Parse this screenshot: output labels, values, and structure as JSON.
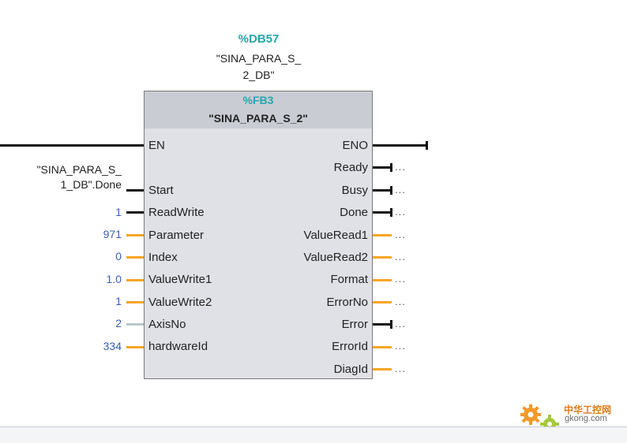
{
  "instance_db": {
    "id": "%DB57",
    "name_line1": "\"SINA_PARA_S_",
    "name_line2": "2_DB\""
  },
  "block": {
    "id": "%FB3",
    "name": "\"SINA_PARA_S_2\""
  },
  "inputs": [
    {
      "label": "EN"
    },
    {
      "label": "Start",
      "value_line1": "\"SINA_PARA_S_",
      "value_line2": "1_DB\".Done"
    },
    {
      "label": "ReadWrite",
      "value": "1"
    },
    {
      "label": "Parameter",
      "value": "971"
    },
    {
      "label": "Index",
      "value": "0"
    },
    {
      "label": "ValueWrite1",
      "value": "1.0"
    },
    {
      "label": "ValueWrite2",
      "value": "1"
    },
    {
      "label": "AxisNo",
      "value": "2"
    },
    {
      "label": "hardwareId",
      "value": "334"
    }
  ],
  "outputs": [
    {
      "label": "ENO"
    },
    {
      "label": "Ready",
      "value": "..."
    },
    {
      "label": "Busy",
      "value": "..."
    },
    {
      "label": "Done",
      "value": "..."
    },
    {
      "label": "ValueRead1",
      "value": "..."
    },
    {
      "label": "ValueRead2",
      "value": "..."
    },
    {
      "label": "Format",
      "value": "..."
    },
    {
      "label": "ErrorNo",
      "value": "..."
    },
    {
      "label": "Error",
      "value": "..."
    },
    {
      "label": "ErrorId",
      "value": "..."
    },
    {
      "label": "DiagId",
      "value": "..."
    }
  ],
  "watermark": {
    "title": "中华工控网",
    "url": "gkong.com"
  },
  "colors": {
    "accent_teal": "#24a7b3",
    "wire_bool": "#111111",
    "wire_value": "#f5a623",
    "constant_blue": "#3b5fb5",
    "block_body": "#dfe1e6",
    "block_header": "#c9ccd3"
  }
}
